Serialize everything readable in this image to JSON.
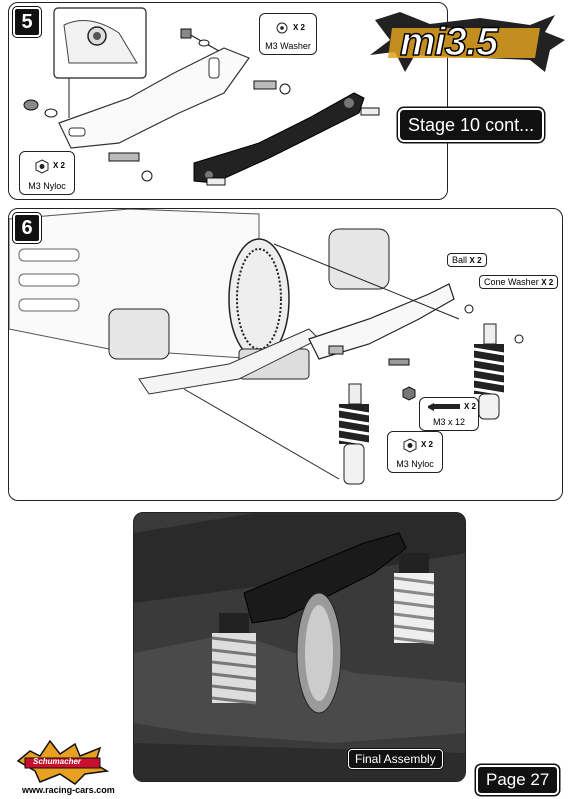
{
  "header": {
    "logo_text": "mi3.5",
    "stage_title": "Stage 10 cont..."
  },
  "step5": {
    "number": "5",
    "washer": {
      "qty": "X 2",
      "name": "M3 Washer"
    },
    "nyloc": {
      "qty": "X 2",
      "name": "M3 Nyloc"
    }
  },
  "step6": {
    "number": "6",
    "ball": {
      "name": "Ball",
      "qty": "X 2"
    },
    "cone_washer": {
      "name": "Cone Washer",
      "qty": "X 2"
    },
    "screw": {
      "qty": "X 2",
      "name": "M3 x 12"
    },
    "nyloc": {
      "qty": "X 2",
      "name": "M3 Nyloc"
    }
  },
  "photo": {
    "caption": "Final Assembly"
  },
  "footer": {
    "brand_logo": "Schumacher",
    "url": "www.racing-cars.com",
    "page_label": "Page 27"
  },
  "colors": {
    "dark": "#111111",
    "photo_bg": "#3a3a3a",
    "logo_gold": "#e0a020"
  }
}
